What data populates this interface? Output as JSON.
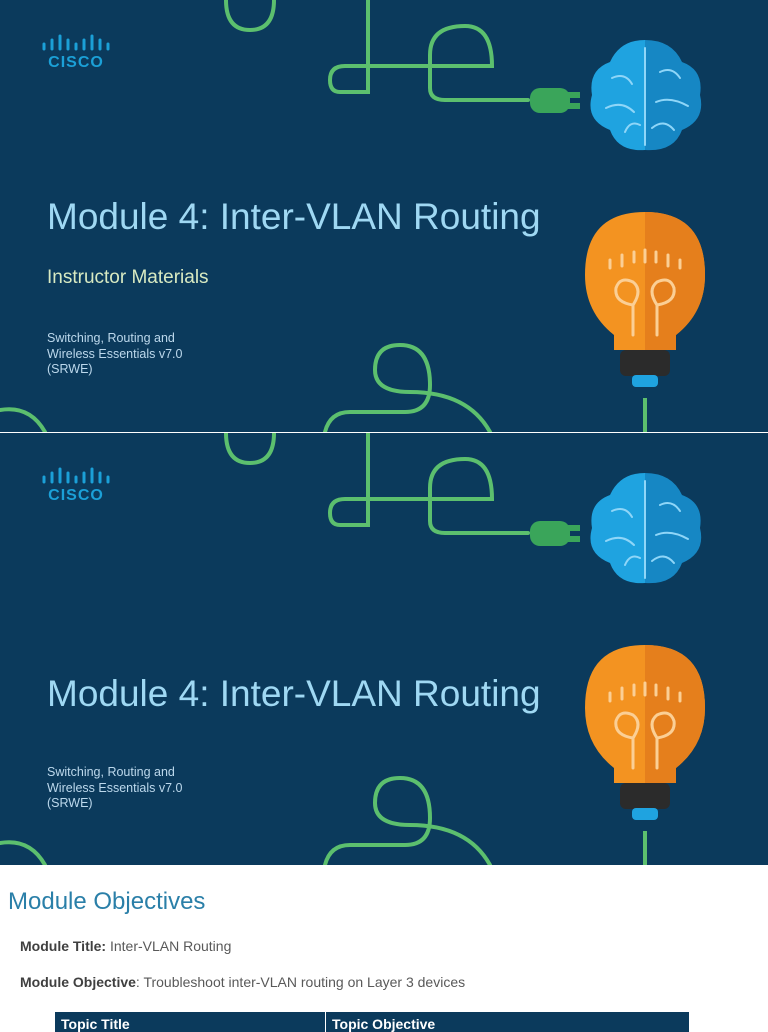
{
  "slides": [
    {
      "logo_text": "CISCO",
      "title": "Module 4: Inter-VLAN Routing",
      "subtitle": "Instructor Materials",
      "course_lines": [
        "Switching, Routing and",
        "Wireless Essentials v7.0",
        "(SRWE)"
      ]
    },
    {
      "logo_text": "CISCO",
      "title": "Module 4: Inter-VLAN Routing",
      "course_lines": [
        "Switching, Routing and",
        "Wireless Essentials v7.0",
        "(SRWE)"
      ]
    }
  ],
  "objectives": {
    "heading": "Module Objectives",
    "module_title_label": "Module Title:",
    "module_title_value": "Inter-VLAN Routing",
    "module_objective_label": "Module Objective",
    "module_objective_value": ": Troubleshoot inter-VLAN routing on Layer 3 devices",
    "table_headers": [
      "Topic Title",
      "Topic Objective"
    ]
  },
  "colors": {
    "slide_background": "#0b3a5c",
    "title": "#9fd8f3",
    "subtitle": "#d8eac2",
    "line_art": "#5cbf6e",
    "brain": "#1fa3e0",
    "bulb": "#f39321",
    "heading": "#2a7fa8"
  },
  "icons": [
    "cisco-logo",
    "brain-icon",
    "plug-icon",
    "lightbulb-icon"
  ]
}
